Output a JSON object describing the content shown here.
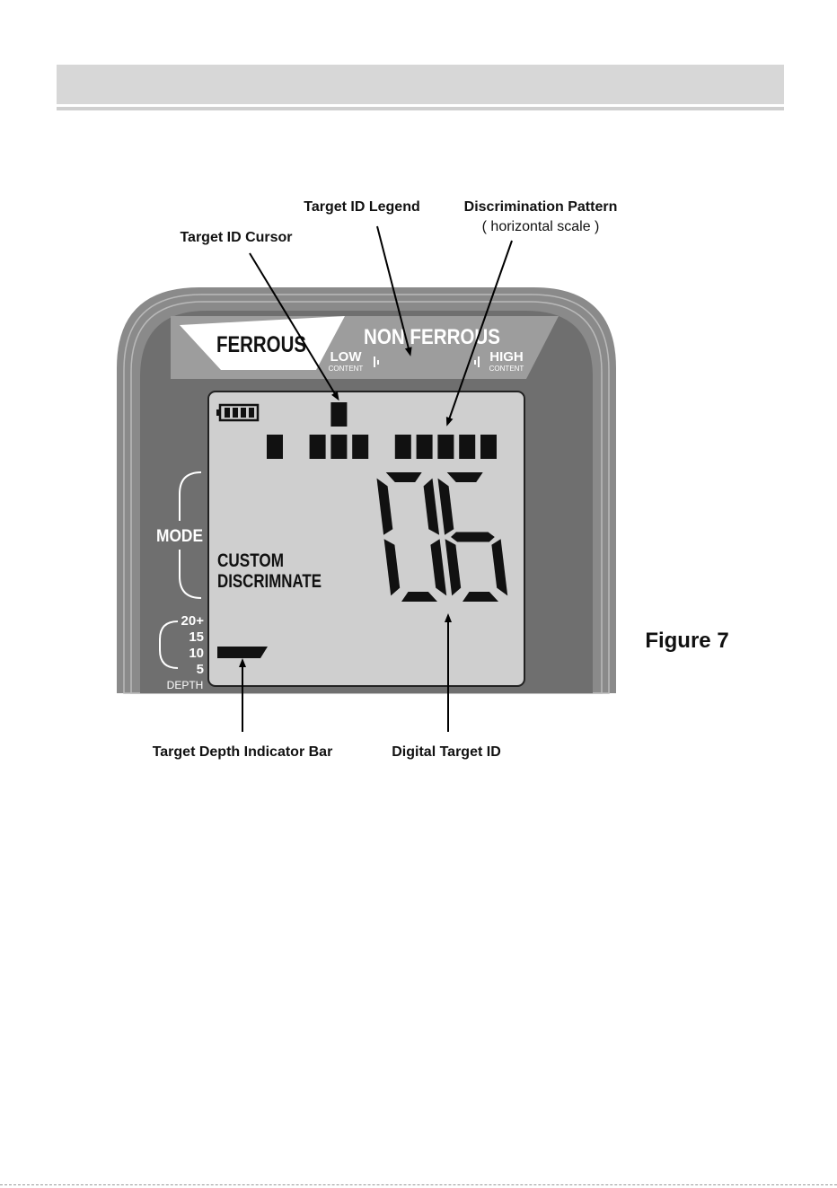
{
  "callouts": {
    "target_id_legend": "Target ID Legend",
    "discrimination_pattern": "Discrimination Pattern",
    "discrimination_pattern_sub": "( horizontal scale )",
    "target_id_cursor": "Target ID Cursor",
    "target_depth_indicator_bar": "Target Depth Indicator Bar",
    "digital_target_id": "Digital Target ID"
  },
  "figure_label": "Figure 7",
  "legend": {
    "ferrous": "FERROUS",
    "non_ferrous": "NON FERROUS",
    "low": "LOW",
    "high": "HIGH",
    "content": "CONTENT"
  },
  "side_labels": {
    "mode": "MODE",
    "depth_values": [
      "20+",
      "15",
      "10",
      "5"
    ],
    "depth": "DEPTH"
  },
  "display": {
    "mode_line1": "CUSTOM",
    "mode_line2": "DISCRIMNATE",
    "digits": "06",
    "battery_segments": 4,
    "discrimination_segments": [
      true,
      false,
      true,
      true,
      true,
      false,
      true,
      true,
      true,
      true,
      true
    ],
    "cursor_segment": 3,
    "depth_level": "5"
  },
  "colors": {
    "housing": "#6f6f6f",
    "housing_edge": "#8a8a8a",
    "lcd": "#cfcfcf",
    "legend_band": "#9d9d9d",
    "ink": "#111111"
  }
}
